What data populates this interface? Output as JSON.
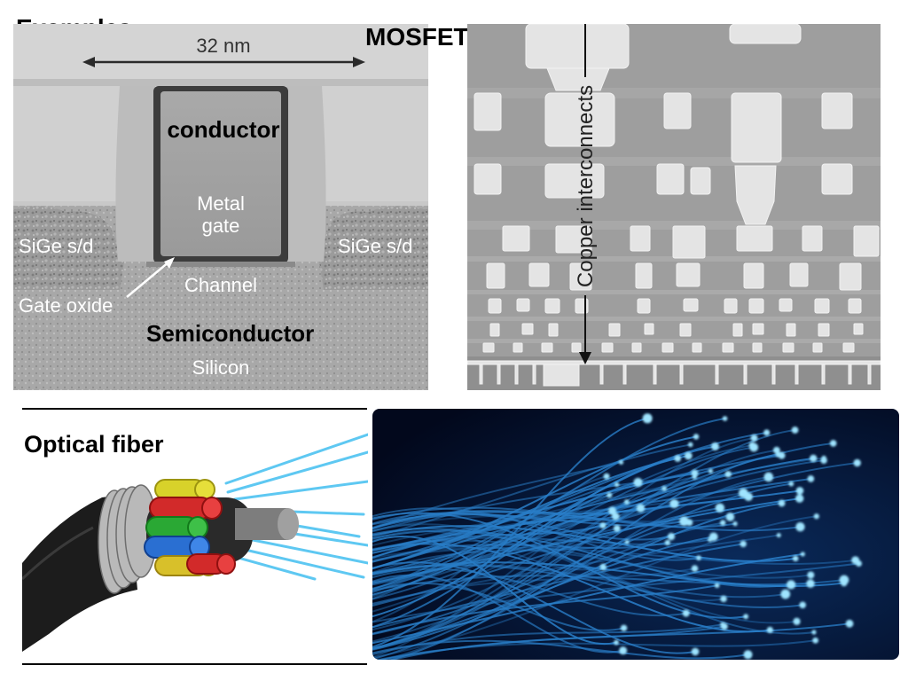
{
  "slide": {
    "title": "Examples",
    "mosfet_label": "MOSFET",
    "fiber_label": "Optical fiber"
  },
  "tem_image": {
    "scale_label": "32 nm",
    "overlay_conductor": "conductor",
    "overlay_semiconductor": "Semiconductor",
    "metal_gate_line1": "Metal",
    "metal_gate_line2": "gate",
    "sige_left": "SiGe s/d",
    "sige_right": "SiGe s/d",
    "channel": "Channel",
    "gate_oxide": "Gate oxide",
    "silicon": "Silicon"
  },
  "sem_image": {
    "interconnect_label": "Copper interconnects"
  },
  "colors": {
    "fiber_glow": "#3fb8ff",
    "glow_background": "#02081c",
    "cable_jacket": "#1c1c1c"
  }
}
